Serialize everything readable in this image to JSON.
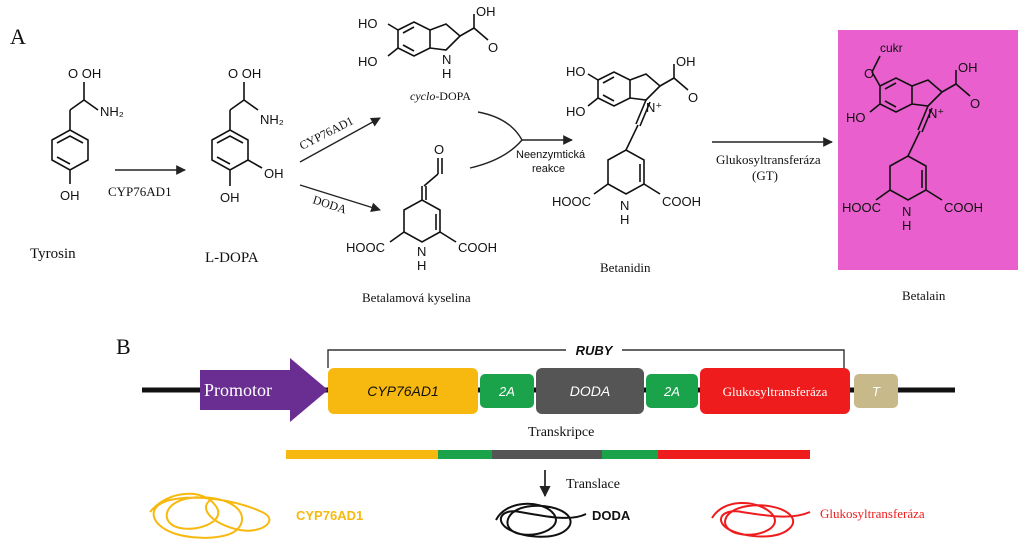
{
  "panel_a": {
    "label": "A",
    "tyrosin": {
      "name": "Tyrosin",
      "acid": "O  OH",
      "amine": "NH₂",
      "oh": "OH"
    },
    "ldopa": {
      "name": "L-DOPA",
      "acid": "O  OH",
      "amine": "NH₂",
      "oh1": "OH",
      "oh2": "OH"
    },
    "enzyme_cyp": "CYP76AD1",
    "enzyme_cyp_branch": "CYP76AD1",
    "enzyme_doda": "DODA",
    "cyclodopa": {
      "name_italic": "cyclo",
      "name_rest": "-DOPA",
      "ho1": "HO",
      "ho2": "HO",
      "oh": "OH",
      "o": "O",
      "nh": "N",
      "h": "H"
    },
    "betalamova": {
      "name": "Betalamová kyselina",
      "hooc": "HOOC",
      "cooh": "COOH",
      "n": "N",
      "h": "H",
      "o": "O"
    },
    "neenzymaticka": {
      "line1": "Neenzymtická",
      "line2": "reakce"
    },
    "betanidin": {
      "name": "Betanidin",
      "ho1": "HO",
      "ho2": "HO",
      "oh": "OH",
      "o": "O",
      "nplus": "N⁺",
      "hooc": "HOOC",
      "cooh": "COOH",
      "n": "N",
      "h": "H"
    },
    "gt_label": {
      "line1": "Glukosyltransferáza",
      "line2": "(GT)"
    },
    "betalain": {
      "name": "Betalain",
      "cukr": "cukr",
      "ho": "HO",
      "oh": "OH",
      "o": "O",
      "nplus": "N⁺",
      "hooc": "HOOC",
      "cooh": "COOH",
      "n": "N",
      "h": "H",
      "bg": "#e85fcd"
    }
  },
  "panel_b": {
    "label": "B",
    "ruby": "RUBY",
    "promotor": "Promotor",
    "cyp": "CYP76AD1",
    "twoa1": "2A",
    "doda": "DODA",
    "twoa2": "2A",
    "glu": "Glukosyltransferáza",
    "t": "T",
    "transkripce": "Transkripce",
    "translace": "Translace",
    "prot_cyp": "CYP76AD1",
    "prot_doda": "DODA",
    "prot_glu": "Glukosyltransferáza",
    "colors": {
      "promotor": "#6a2d91",
      "cyp": "#f7b90f",
      "twoa": "#1aa34a",
      "doda": "#555555",
      "glu": "#ee1c1c",
      "t": "#c8b98a"
    }
  }
}
